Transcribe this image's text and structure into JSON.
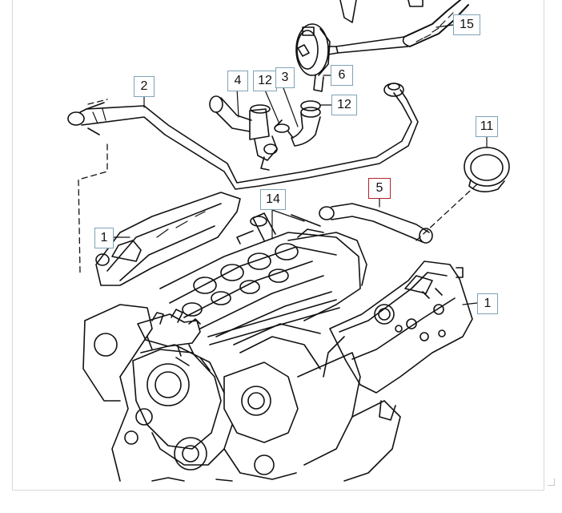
{
  "diagram": {
    "callouts": [
      {
        "id": "c15",
        "label": "15"
      },
      {
        "id": "c6",
        "label": "6"
      },
      {
        "id": "c2",
        "label": "2"
      },
      {
        "id": "c4",
        "label": "4"
      },
      {
        "id": "c12a",
        "label": "12"
      },
      {
        "id": "c3",
        "label": "3"
      },
      {
        "id": "c12b",
        "label": "12"
      },
      {
        "id": "c11",
        "label": "11"
      },
      {
        "id": "c5",
        "label": "5"
      },
      {
        "id": "c14",
        "label": "14"
      },
      {
        "id": "c1a",
        "label": "1"
      },
      {
        "id": "c1b",
        "label": "1"
      }
    ],
    "colors": {
      "callout_border": "#7fa3b8",
      "selected_border": "#b0232a",
      "line": "#111111"
    }
  }
}
